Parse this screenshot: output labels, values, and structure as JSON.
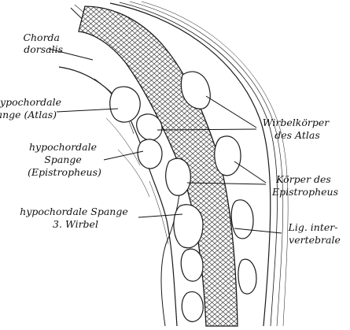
{
  "labels": {
    "chorda_dorsalis": [
      "Chorda",
      "dorsalis"
    ],
    "hypochordale_atlas": [
      "hypochordale",
      "Spange (Atlas)"
    ],
    "hypochordale_epistropheus": [
      "hypochordale",
      "Spange",
      "(Epistropheus)"
    ],
    "hypochordale_3_wirbel": [
      "hypochordale Spange",
      "3. Wirbel"
    ],
    "wirbelkoerper_atlas": [
      "Wirbelkörper",
      "des Atlas"
    ],
    "koerper_epistropheus": [
      "Körper des",
      "Epistropheus"
    ],
    "lig_intervertebrale": [
      "Lig. inter-",
      "vertebrale"
    ]
  },
  "colors": {
    "ink": "#1a1a1a",
    "background": "#ffffff"
  }
}
